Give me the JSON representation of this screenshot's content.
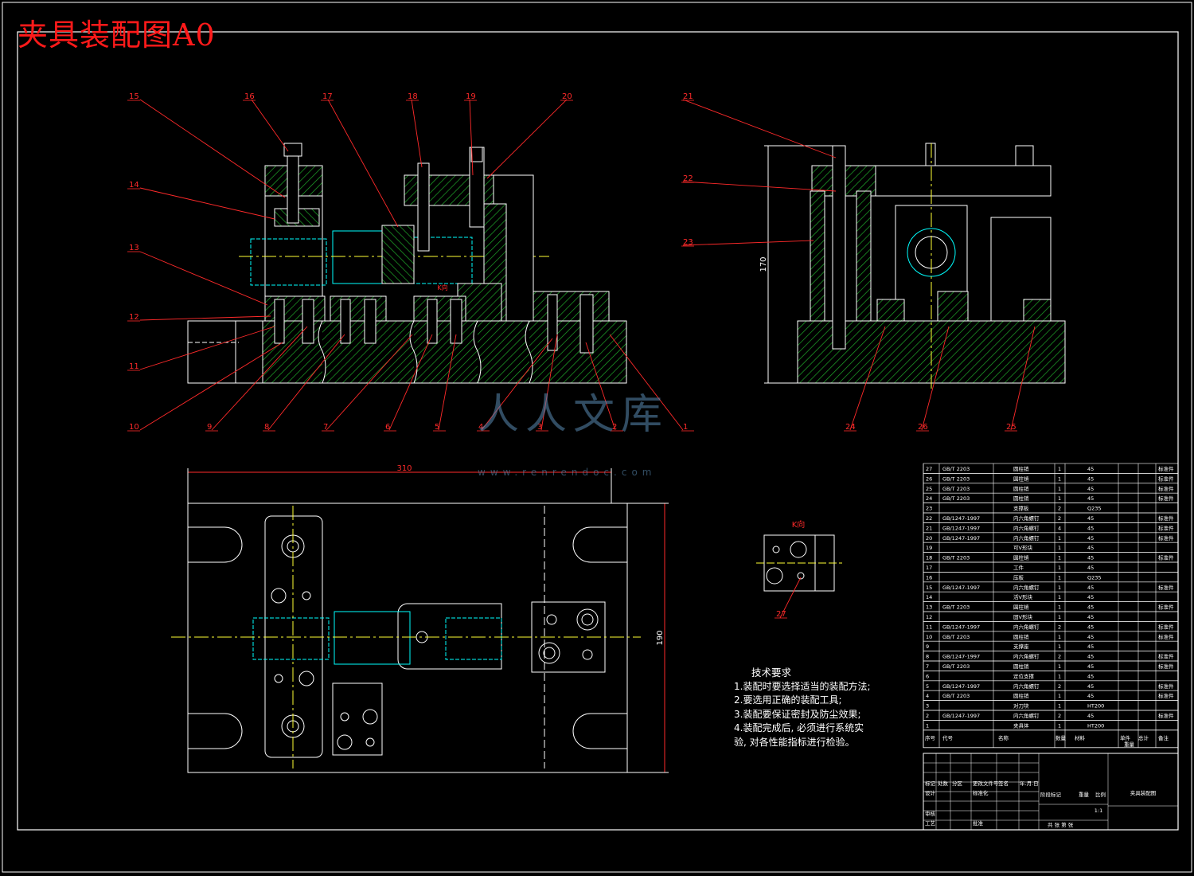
{
  "drawing_title": "夹具装配图A0",
  "view_label": "K向",
  "dimensions": {
    "front_height": "170",
    "plan_width": "310",
    "plan_height": "190"
  },
  "balloons": [
    "1",
    "2",
    "3",
    "4",
    "5",
    "6",
    "7",
    "8",
    "9",
    "10",
    "11",
    "12",
    "13",
    "14",
    "15",
    "16",
    "17",
    "18",
    "19",
    "20",
    "21",
    "22",
    "23",
    "24",
    "25",
    "26",
    "27"
  ],
  "tech_requirements": {
    "heading": "技术要求",
    "items": [
      "1.装配时要选择适当的装配方法;",
      "2.要选用正确的装配工具;",
      "3.装配要保证密封及防尘效果;",
      "4.装配完成后, 必须进行系统实",
      "验, 对各性能指标进行检验。"
    ]
  },
  "watermark": {
    "text": "人人文库",
    "url": "www.renrendoc.com"
  },
  "bom": {
    "rows": [
      {
        "no": "27",
        "code": "GB/T 2203",
        "name": "圆柱销",
        "qty": "1",
        "material": "45",
        "note": "标准件"
      },
      {
        "no": "26",
        "code": "GB/T 2203",
        "name": "圆柱销",
        "qty": "1",
        "material": "45",
        "note": "标准件"
      },
      {
        "no": "25",
        "code": "GB/T 2203",
        "name": "圆柱销",
        "qty": "1",
        "material": "45",
        "note": "标准件"
      },
      {
        "no": "24",
        "code": "GB/T 2203",
        "name": "圆柱销",
        "qty": "1",
        "material": "45",
        "note": "标准件"
      },
      {
        "no": "23",
        "code": "",
        "name": "支撑板",
        "qty": "2",
        "material": "Q235",
        "note": ""
      },
      {
        "no": "22",
        "code": "GB/1247-1997",
        "name": "内六角螺钉",
        "qty": "2",
        "material": "45",
        "note": "标准件"
      },
      {
        "no": "21",
        "code": "GB/1247-1997",
        "name": "内六角螺钉",
        "qty": "4",
        "material": "45",
        "note": "标准件"
      },
      {
        "no": "20",
        "code": "GB/1247-1997",
        "name": "内六角螺钉",
        "qty": "1",
        "material": "45",
        "note": "标准件"
      },
      {
        "no": "19",
        "code": "",
        "name": "可V形块",
        "qty": "1",
        "material": "45",
        "note": ""
      },
      {
        "no": "18",
        "code": "GB/T 2203",
        "name": "圆柱销",
        "qty": "1",
        "material": "45",
        "note": "标准件"
      },
      {
        "no": "17",
        "code": "",
        "name": "工件",
        "qty": "1",
        "material": "45",
        "note": ""
      },
      {
        "no": "16",
        "code": "",
        "name": "压板",
        "qty": "1",
        "material": "Q235",
        "note": ""
      },
      {
        "no": "15",
        "code": "GB/1247-1997",
        "name": "内六角螺钉",
        "qty": "1",
        "material": "45",
        "note": "标准件"
      },
      {
        "no": "14",
        "code": "",
        "name": "活V形块",
        "qty": "1",
        "material": "45",
        "note": ""
      },
      {
        "no": "13",
        "code": "GB/T 2203",
        "name": "圆柱销",
        "qty": "1",
        "material": "45",
        "note": "标准件"
      },
      {
        "no": "12",
        "code": "",
        "name": "固V形块",
        "qty": "1",
        "material": "45",
        "note": ""
      },
      {
        "no": "11",
        "code": "GB/1247-1997",
        "name": "内六角螺钉",
        "qty": "2",
        "material": "45",
        "note": "标准件"
      },
      {
        "no": "10",
        "code": "GB/T 2203",
        "name": "圆柱销",
        "qty": "1",
        "material": "45",
        "note": "标准件"
      },
      {
        "no": "9",
        "code": "",
        "name": "支撑座",
        "qty": "1",
        "material": "45",
        "note": ""
      },
      {
        "no": "8",
        "code": "GB/1247-1997",
        "name": "内六角螺钉",
        "qty": "2",
        "material": "45",
        "note": "标准件"
      },
      {
        "no": "7",
        "code": "GB/T 2203",
        "name": "圆柱销",
        "qty": "1",
        "material": "45",
        "note": "标准件"
      },
      {
        "no": "6",
        "code": "",
        "name": "定位支撑",
        "qty": "1",
        "material": "45",
        "note": ""
      },
      {
        "no": "5",
        "code": "GB/1247-1997",
        "name": "内六角螺钉",
        "qty": "2",
        "material": "45",
        "note": "标准件"
      },
      {
        "no": "4",
        "code": "GB/T 2203",
        "name": "圆柱销",
        "qty": "1",
        "material": "45",
        "note": "标准件"
      },
      {
        "no": "3",
        "code": "",
        "name": "对刀块",
        "qty": "1",
        "material": "HT200",
        "note": ""
      },
      {
        "no": "2",
        "code": "GB/1247-1997",
        "name": "内六角螺钉",
        "qty": "2",
        "material": "45",
        "note": "标准件"
      },
      {
        "no": "1",
        "code": "",
        "name": "夹具体",
        "qty": "1",
        "material": "HT200",
        "note": ""
      }
    ],
    "header": {
      "no": "序号",
      "code": "代号",
      "name": "名称",
      "qty": "数量",
      "material": "材料",
      "unit_weight": "单件",
      "total_weight": "总计",
      "weight": "重量",
      "note": "备注"
    }
  },
  "title_block": {
    "drawing_name": "夹具装配图",
    "scale": "1:1",
    "cells": [
      "标记",
      "处数",
      "分区",
      "更改文件号",
      "签名",
      "年.月.日",
      "设计",
      "标准化",
      "阶段标记",
      "重量",
      "比例",
      "审核",
      "工艺",
      "批准",
      "共 张 第 张"
    ]
  }
}
